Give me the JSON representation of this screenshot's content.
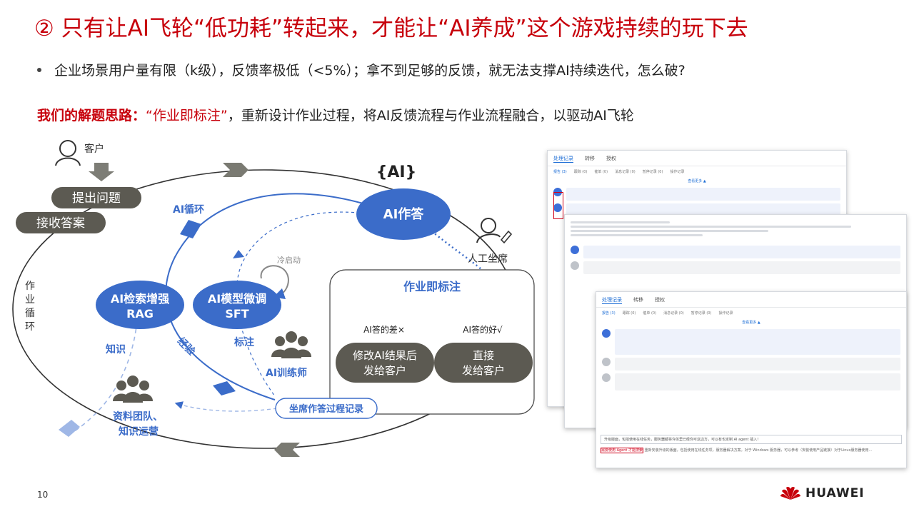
{
  "title": "② 只有让AI飞轮“低功耗”转起来，才能让“AI养成”这个游戏持续的玩下去",
  "bullet": "企业场景用户量有限（k级），反馈率极低（<5%）；拿不到足够的反馈，就无法支撑AI持续迭代，怎么破?",
  "idea": {
    "lead": "我们的解题思路：",
    "quote": "“作业即标注”",
    "rest": "，重新设计作业过程，将AI反馈流程与作业流程融合，以驱动AI飞轮"
  },
  "diagram": {
    "customer": "客户",
    "ask": "提出问题",
    "receive": "接收答案",
    "work_loop": [
      "作",
      "业",
      "循",
      "环"
    ],
    "ai_loop": "AI循环",
    "ai_answer": "AI作答",
    "ai_icon": "{AI}",
    "agent": "人工坐席",
    "cold_start": "冷启动",
    "rag_line1": "AI检索增强",
    "rag_line2": "RAG",
    "sft_line1": "AI模型微调",
    "sft_line2": "SFT",
    "knowledge": "知识",
    "experience": "经验",
    "annotate": "标注",
    "trainer": "AI训练师",
    "team_line1": "资料团队、",
    "team_line2": "知识运营",
    "record": "坐席作答过程记录",
    "panel_title": "作业即标注",
    "bad": "AI答的差×",
    "good": "AI答的好√",
    "modify_line1": "修改AI结果后",
    "modify_line2": "发给客户",
    "direct_line1": "直接",
    "direct_line2": "发给客户"
  },
  "screens": {
    "tabs": [
      "处理记录",
      "转移",
      "授权"
    ],
    "subtabs": [
      "报告 (3)",
      "跟踪 (0)",
      "催单 (0)",
      "消息记录 (0)",
      "暂停记录 (0)",
      "操作记录"
    ],
    "more": "查看更多 ▲",
    "front_input": "升级版面，包括使用在线任务，服务器都将许体里已经你可这边方，可以有也定制 AI agent 插入！",
    "front_highlight": "需要使用 Agent 才能搜索",
    "front_text": "重新安装升级的版面，包括使用在线任务项，服务器解决方案。对于 Windows 服务器，可以参考（安装使用产品链接）对于Linux服务器使用..."
  },
  "page_number": "10",
  "logo_text": "HUAWEI",
  "colors": {
    "brand_red": "#c7000b",
    "blue": "#3b6cc9",
    "dark_pill": "#5c5a52",
    "arrow_gray": "#6e6e66"
  }
}
